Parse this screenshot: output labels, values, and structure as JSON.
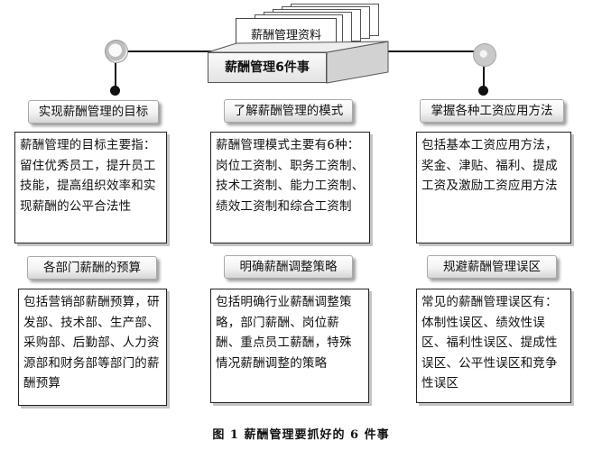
{
  "center": {
    "doc_label": "薪酬管理资料",
    "title": "薪酬管理6件事"
  },
  "sections": [
    {
      "heading": "实现薪酬管理的目标",
      "body": "薪酬管理的目标主要指：留住优秀员工，提升员工技能，提高组织效率和实现薪酬的公平合法性"
    },
    {
      "heading": "了解薪酬管理的模式",
      "body": "薪酬管理模式主要有6种：岗位工资制、职务工资制、技术工资制、能力工资制、绩效工资制和综合工资制"
    },
    {
      "heading": "掌握各种工资应用方法",
      "body": "包括基本工资应用方法，奖金、津贴、福利、提成工资及激励工资应用方法"
    },
    {
      "heading": "各部门薪酬的预算",
      "body": "包括营销部薪酬预算，研发部、技术部、生产部、采购部、后勤部、人力资源部和财务部等部门的薪酬预算"
    },
    {
      "heading": "明确薪酬调整策略",
      "body": "包括明确行业薪酬调整策略，部门薪酬、岗位薪酬、重点员工薪酬，特殊情况薪酬调整的策略"
    },
    {
      "heading": "规避薪酬管理误区",
      "body": "常见的薪酬管理误区有：体制性误区、绩效性误区、福利性误区、提成性误区、公平性误区和竞争性误区"
    }
  ],
  "caption": "图 1    薪酬管理要抓好的 6 件事"
}
